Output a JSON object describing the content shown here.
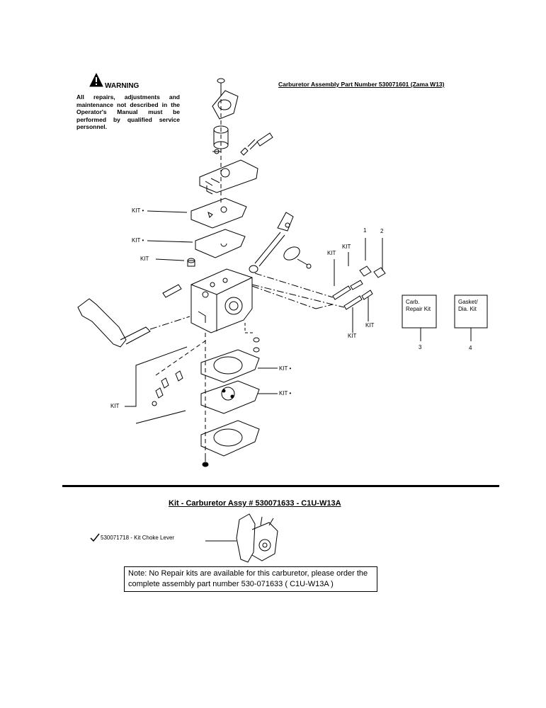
{
  "warning": {
    "title": "WARNING",
    "body": "All repairs, adjustments and maintenance not described in the Operator's Manual must be performed by qualified service personnel."
  },
  "assembly_title": "Carburetor Assembly Part Number 530071601 (Zama W13)",
  "labels": {
    "kit": "KIT",
    "kit_dot": "KIT •",
    "ref_1": "1",
    "ref_2": "2",
    "ref_3": "3",
    "ref_4": "4",
    "carb_repair_kit": "Carb. Repair Kit",
    "gasket_dia_kit": "Gasket/ Dia. Kit"
  },
  "kit_section": {
    "title": "Kit - Carburetor Assy # 530071633 - C1U-W13A",
    "choke_lever": "530071718 - Kit Choke Lever",
    "note": "Note: No Repair kits are available for this carburetor, please order the complete assembly part number 530-071633 ( C1U-W13A )"
  }
}
